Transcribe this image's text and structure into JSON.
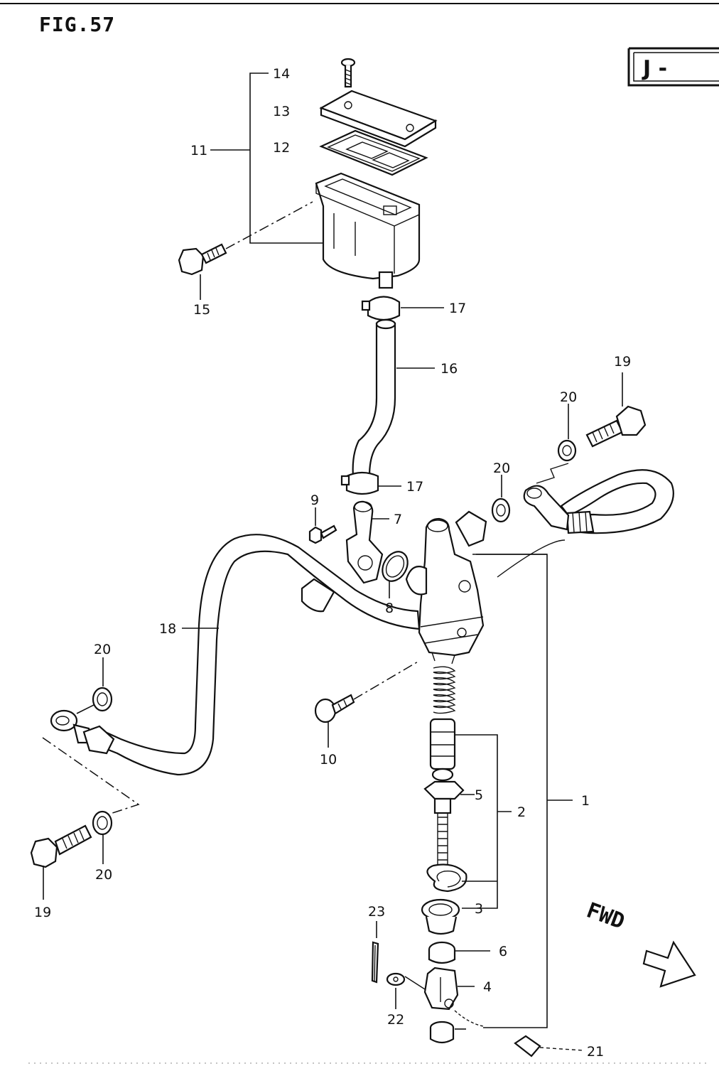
{
  "figure": {
    "title": "FIG.57",
    "section_code": "J - ",
    "direction_label": "FWD"
  },
  "callouts": {
    "c1": "1",
    "c2": "2",
    "c3": "3",
    "c4": "4",
    "c5": "5",
    "c6": "6",
    "c7": "7",
    "c8": "8",
    "c9": "9",
    "c10": "10",
    "c11": "11",
    "c12": "12",
    "c13": "13",
    "c14": "14",
    "c15": "15",
    "c16": "16",
    "c17a": "17",
    "c17b": "17",
    "c18": "18",
    "c19a": "19",
    "c19b": "19",
    "c20a": "20",
    "c20b": "20",
    "c20c": "20",
    "c20d": "20",
    "c21": "21",
    "c22": "22",
    "c23": "23"
  }
}
